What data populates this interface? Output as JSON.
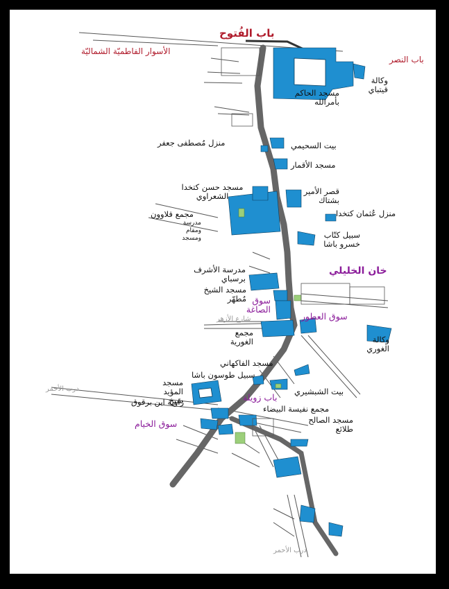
{
  "map": {
    "colors": {
      "building": "#1f8fd0",
      "green": "#9ccf7a",
      "street": "#666666",
      "outline": "#444444",
      "frame": "#000000"
    },
    "labels": {
      "bab_alfutuh": "باب الفُتوح",
      "northern_walls": "الأسوار الفاطميّة الشماليّة",
      "bab_alnasr": "باب النصر",
      "wakalat_qaytbay": "وكالة قيتباي",
      "hakim_mosque": "مسجد الحاكم بأمرالله",
      "bayt_suhaymi": "بيت السحيمي",
      "manzil_mustafa": "منزل مُصطفى جعفر",
      "aqmar_mosque": "مسجد الأقمار",
      "hasan_mosque": "مسجد حسن كتخدا الشعراوي",
      "qasr_bashtak": "قصر الأمير بشتاك",
      "qalawun": "مجمع قلاوون",
      "qalawun_sub": "مدرسة ومقام ومسجد",
      "manzil_uthman": "منزل عُثمان كتخدا",
      "sabil_khusru": "سبيل كتّاب خسرو باشا",
      "khan_khalili": "خان الخليلي",
      "ashraf_barsbay": "مدرسة الأشرف برسباي",
      "shaykh_mutahhar": "مسجد الشيخ مُطهّر",
      "suq_sagha": "سوق الصاغة",
      "suq_attarin": "سوق العطور",
      "al_azhar_street": "شارع الأزهر",
      "ghuri_complex": "مجمع الغورية",
      "wakalat_ghuri": "وكالة الغوري",
      "fakahani": "مسجد الفاكهاني",
      "sabil_tusun": "سبيل طوسون باشا",
      "muayyad": "مسجد المؤيد شيخ",
      "bayt_shabshiri": "بيت الشبشيري",
      "bab_zuwayla": "باب زويلة",
      "darb_ahmar_w": "درب الأحمر",
      "zawiya_barquq": "زاوية ابن برقوق",
      "nafisa_bayda": "مجمع نفيسة البيضاء",
      "salih_mosque": "مسجد الصالح طلائع",
      "suq_khiyamiyya": "سوق الخيام",
      "darb_ahmar_s": "درب الأحمر"
    }
  }
}
